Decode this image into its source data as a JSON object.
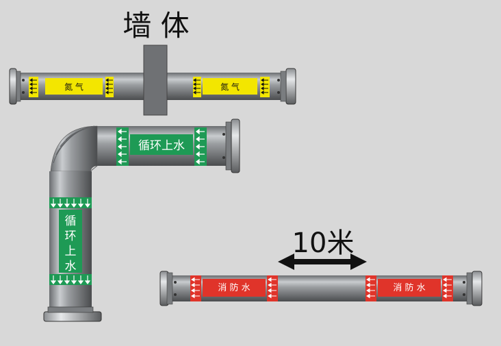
{
  "wall_label": "墙 体",
  "distance_label": "10米",
  "pipes": [
    {
      "medium": "氮 气",
      "color": "#f3e600",
      "text_color": "#111111",
      "arrow_color": "#111111",
      "direction": "left"
    },
    {
      "medium": "循环上水",
      "color": "#1e9a55",
      "text_color": "#ffffff",
      "arrow_color": "#ffffff",
      "direction": "left"
    },
    {
      "medium_vertical": [
        "循",
        "环",
        "上",
        "水"
      ],
      "color": "#1e9a55",
      "text_color": "#ffffff",
      "arrow_color": "#ffffff",
      "direction": "down"
    },
    {
      "medium": "消 防 水",
      "color": "#e0342a",
      "text_color": "#ffffff",
      "arrow_color": "#ffffff",
      "direction": "left"
    }
  ]
}
